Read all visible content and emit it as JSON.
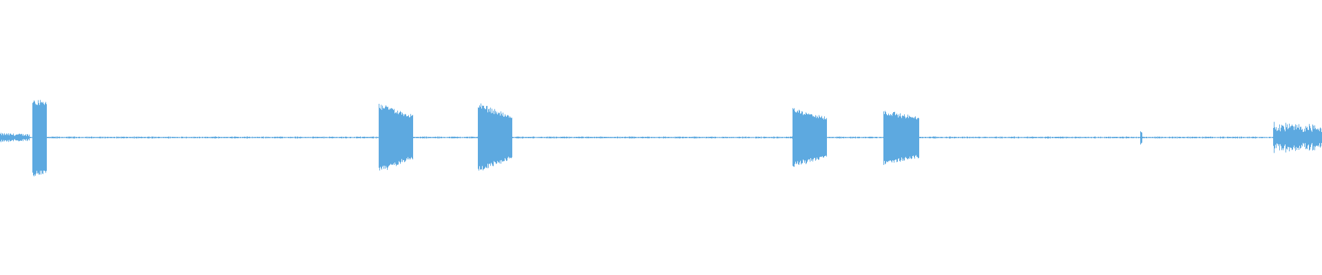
{
  "waveform": {
    "color": "#5DA9E0",
    "background": "#FFFFFF",
    "baseline_amplitude": 0.02,
    "bursts": [
      {
        "start": 0.0,
        "end": 0.022,
        "amp_start": 0.09,
        "amp_end": 0.07,
        "kind": "noise"
      },
      {
        "start": 0.024,
        "end": 0.035,
        "amp_start": 0.75,
        "amp_end": 0.7,
        "kind": "block"
      },
      {
        "start": 0.286,
        "end": 0.312,
        "amp_start": 0.66,
        "amp_end": 0.42,
        "kind": "decay"
      },
      {
        "start": 0.361,
        "end": 0.387,
        "amp_start": 0.66,
        "amp_end": 0.4,
        "kind": "decay"
      },
      {
        "start": 0.599,
        "end": 0.625,
        "amp_start": 0.56,
        "amp_end": 0.38,
        "kind": "decay"
      },
      {
        "start": 0.668,
        "end": 0.695,
        "amp_start": 0.52,
        "amp_end": 0.38,
        "kind": "decay"
      },
      {
        "start": 0.862,
        "end": 0.864,
        "amp_start": 0.14,
        "amp_end": 0.1,
        "kind": "spike"
      },
      {
        "start": 0.963,
        "end": 1.0,
        "amp_start": 0.3,
        "amp_end": 0.25,
        "kind": "noise"
      }
    ]
  }
}
